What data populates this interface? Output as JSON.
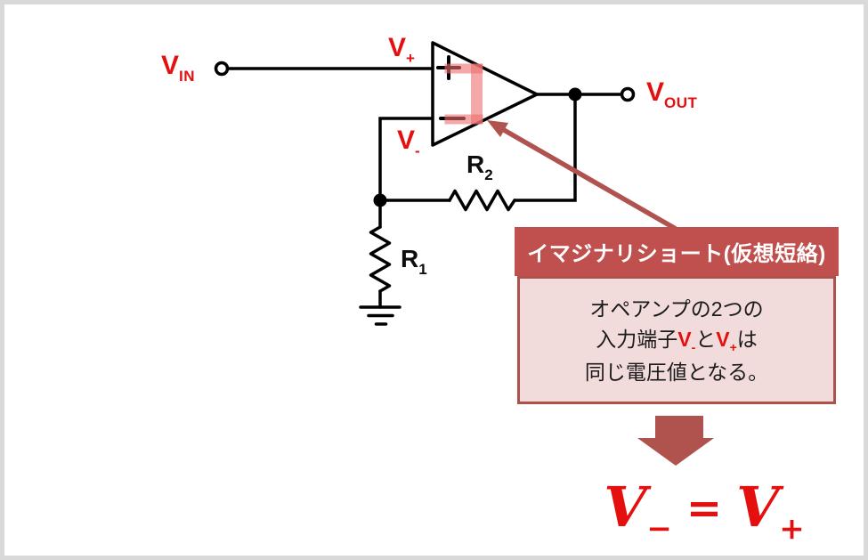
{
  "diagram": {
    "labels": {
      "vin": {
        "main": "V",
        "sub": "IN"
      },
      "vout": {
        "main": "V",
        "sub": "OUT"
      },
      "vplus": {
        "main": "V",
        "sub": "+"
      },
      "vminus": {
        "main": "V",
        "sub": "-"
      },
      "r2": {
        "main": "R",
        "sub": "2"
      },
      "r1": {
        "main": "R",
        "sub": "1"
      }
    }
  },
  "callout": {
    "title": "イマジナリショート(仮想短絡)",
    "line1": "オペアンプの2つの",
    "line2": {
      "prefix": "入力端子",
      "v1": "V",
      "v1sub": "-",
      "mid": "と",
      "v2": "V",
      "v2sub": "+",
      "suffix": "は"
    },
    "line3": "同じ電圧値となる。"
  },
  "formula": {
    "v1": "V",
    "v1sub": "−",
    "eq": "=",
    "v2": "V",
    "v2sub": "+"
  },
  "colors": {
    "label_red": "#e60f0f",
    "circuit_black": "#000000",
    "callout_header_bg": "#c0504d",
    "callout_body_bg": "#f2dcdb",
    "callout_border": "#b0504c",
    "annotation_arrow": "#b0524e",
    "highlight_pink": "rgba(236,110,110,0.6)",
    "frame_border": "#d9d9d9"
  }
}
